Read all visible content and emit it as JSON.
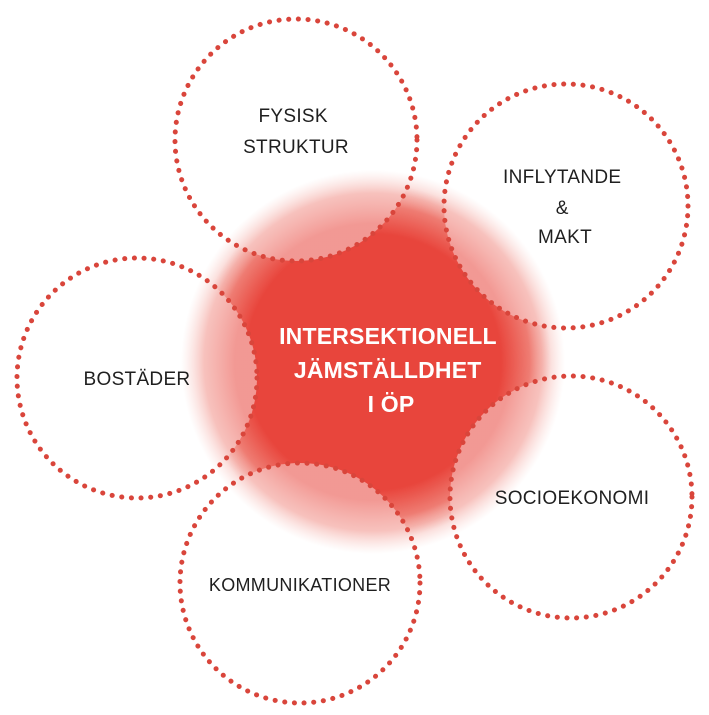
{
  "diagram": {
    "center": {
      "lines": [
        "INTERSEKTIONELL",
        "JÄMSTÄLLDHET",
        "I ÖP"
      ]
    },
    "themes": {
      "fysisk": {
        "lines": [
          "FYSISK",
          "STRUKTUR"
        ]
      },
      "inflytande": {
        "lines": [
          "INFLYTANDE",
          "&",
          "MAKT"
        ]
      },
      "bostader": {
        "lines": [
          "BOSTÄDER"
        ]
      },
      "socioekonomi": {
        "lines": [
          "SOCIOEKONOMI"
        ]
      },
      "kommunikationer": {
        "lines": [
          "KOMMUNIKATIONER"
        ]
      }
    },
    "colors": {
      "accent_red": "#e8453c",
      "dotted_border": "#d9453b",
      "label_text": "#1f1f1f",
      "center_text": "#ffffff"
    }
  }
}
